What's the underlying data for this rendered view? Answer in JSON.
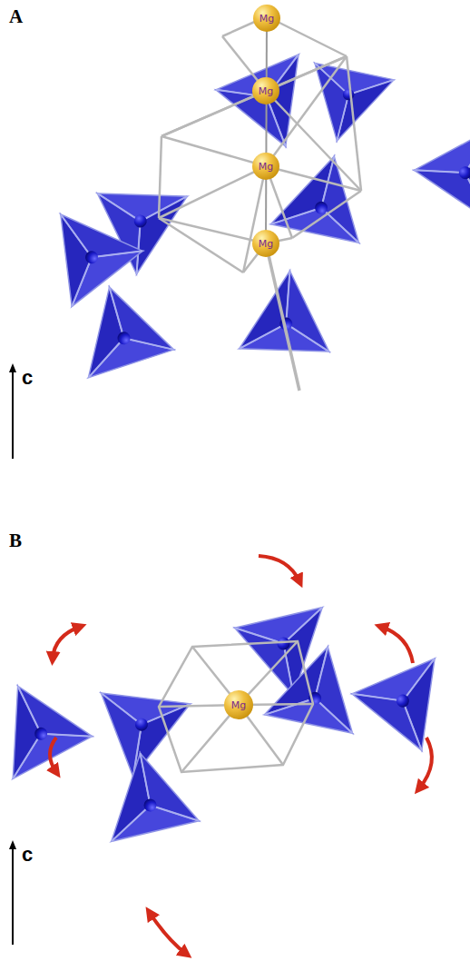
{
  "diagram": {
    "nodes": [
      {
        "text": [
          "Mg"
        ]
      },
      {
        "text": [
          "Mg"
        ]
      },
      {
        "text": [
          "Mg"
        ]
      },
      {
        "text": [
          "Mg"
        ]
      },
      {
        "text": [
          "Mg"
        ]
      }
    ],
    "labels": [
      "A",
      "c",
      "B",
      "c"
    ]
  }
}
